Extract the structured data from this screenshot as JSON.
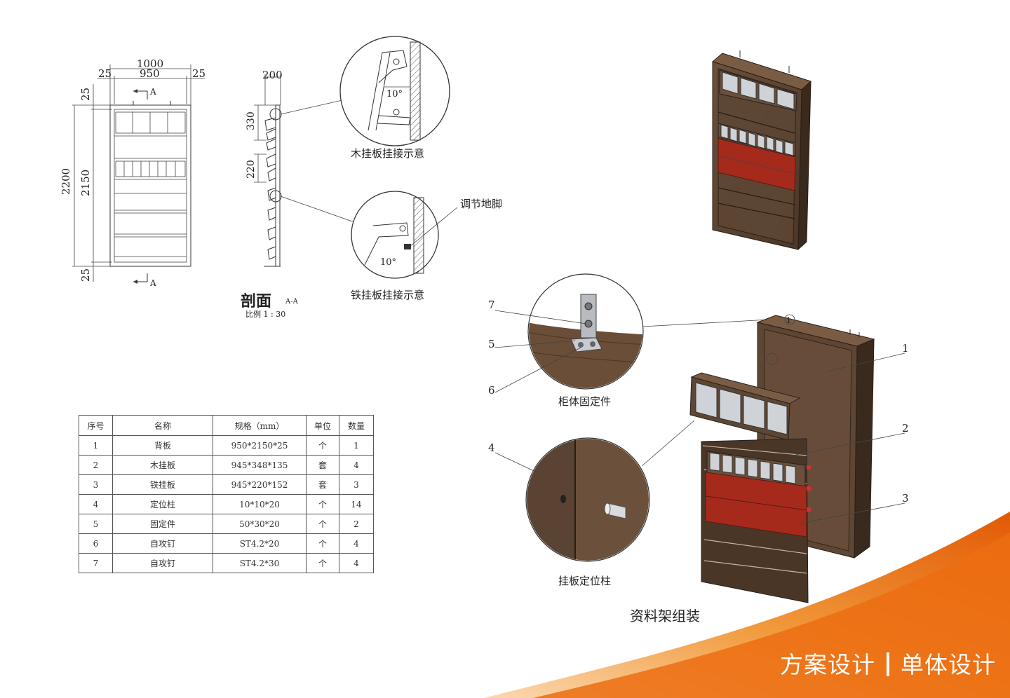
{
  "elevation": {
    "dims": {
      "total_width": "1000",
      "inner_width": "950",
      "side_left": "25",
      "side_right": "25",
      "total_height": "2200",
      "inner_height": "2150",
      "top": "25",
      "bottom": "25"
    },
    "section_mark_top": "A",
    "section_mark_bottom": "A"
  },
  "section": {
    "depth": "200",
    "dim_upper": "330",
    "dim_lower": "220",
    "title": "剖面",
    "title_suffix": "A-A",
    "scale": "比例 1 : 30"
  },
  "details": {
    "wood": {
      "angle": "10°",
      "caption": "木挂板挂接示意"
    },
    "iron": {
      "angle": "10°",
      "caption": "铁挂板挂接示意"
    },
    "foot_label": "调节地脚"
  },
  "parts_table": {
    "headers": [
      "序号",
      "名称",
      "规格（mm）",
      "单位",
      "数量"
    ],
    "rows": [
      [
        "1",
        "背板",
        "950*2150*25",
        "个",
        "1"
      ],
      [
        "2",
        "木挂板",
        "945*348*135",
        "套",
        "4"
      ],
      [
        "3",
        "铁挂板",
        "945*220*152",
        "套",
        "3"
      ],
      [
        "4",
        "定位柱",
        "10*10*20",
        "个",
        "14"
      ],
      [
        "5",
        "固定件",
        "50*30*20",
        "个",
        "2"
      ],
      [
        "6",
        "自攻钉",
        "ST4.2*20",
        "个",
        "4"
      ],
      [
        "7",
        "自攻钉",
        "ST4.2*30",
        "个",
        "4"
      ]
    ]
  },
  "assembly": {
    "fixing_caption": "柜体固定件",
    "pin_caption": "挂板定位柱",
    "title": "资料架组装",
    "callouts": [
      "7",
      "5",
      "6",
      "4",
      "1",
      "2",
      "3"
    ],
    "circle_mark": "1"
  },
  "footer": {
    "left": "方案设计",
    "right": "单体设计",
    "accent": "#e8600a"
  },
  "colors": {
    "wood": "#5a4332",
    "wood_dark": "#3f2e22",
    "red_panel": "#a52a1c",
    "line": "#333333"
  }
}
